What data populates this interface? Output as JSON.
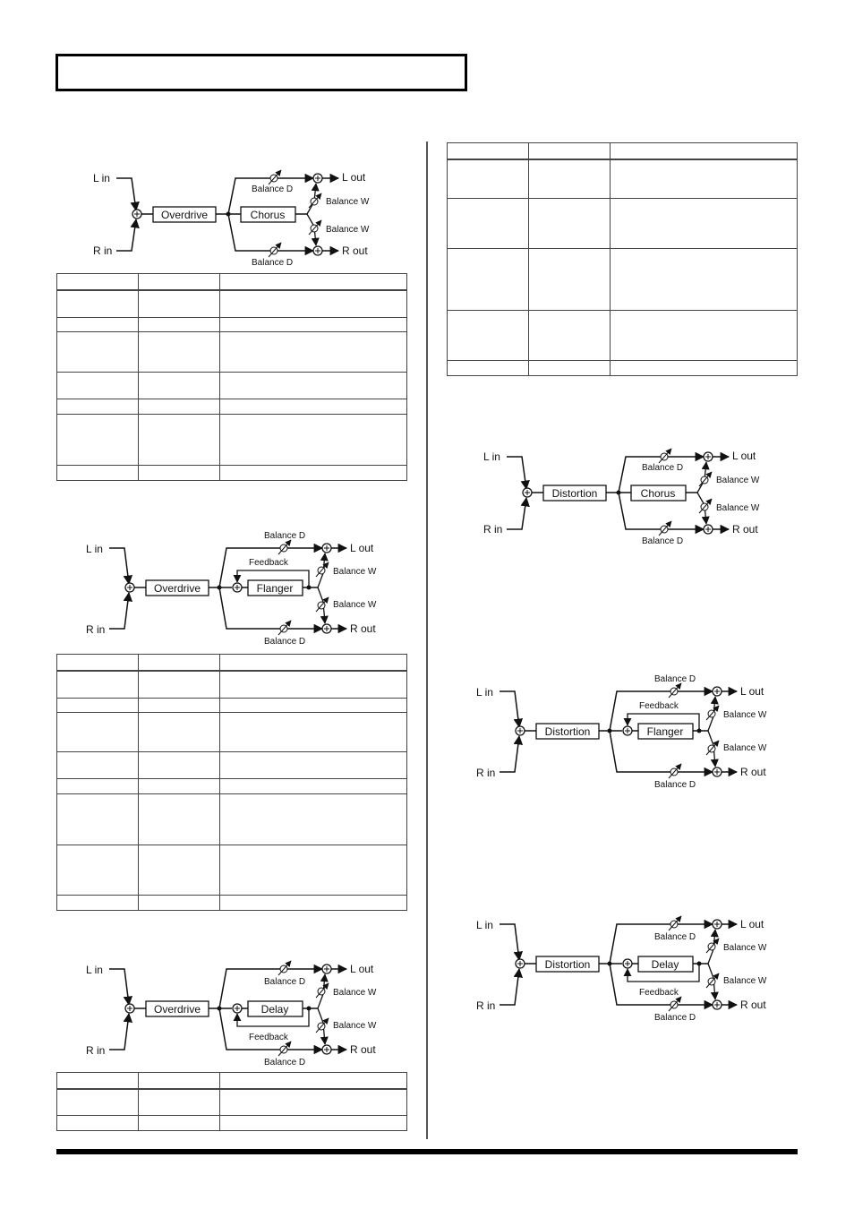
{
  "diagram_labels": {
    "l_in": "L in",
    "r_in": "R in",
    "l_out": "L out",
    "r_out": "R out",
    "balance_d": "Balance D",
    "balance_w": "Balance W",
    "feedback": "Feedback"
  },
  "diagrams": [
    {
      "first": "Overdrive",
      "second": "Chorus"
    },
    {
      "first": "Overdrive",
      "second": "Flanger"
    },
    {
      "first": "Overdrive",
      "second": "Delay"
    },
    {
      "first": "Distortion",
      "second": "Chorus"
    },
    {
      "first": "Distortion",
      "second": "Flanger"
    },
    {
      "first": "Distortion",
      "second": "Delay"
    }
  ]
}
